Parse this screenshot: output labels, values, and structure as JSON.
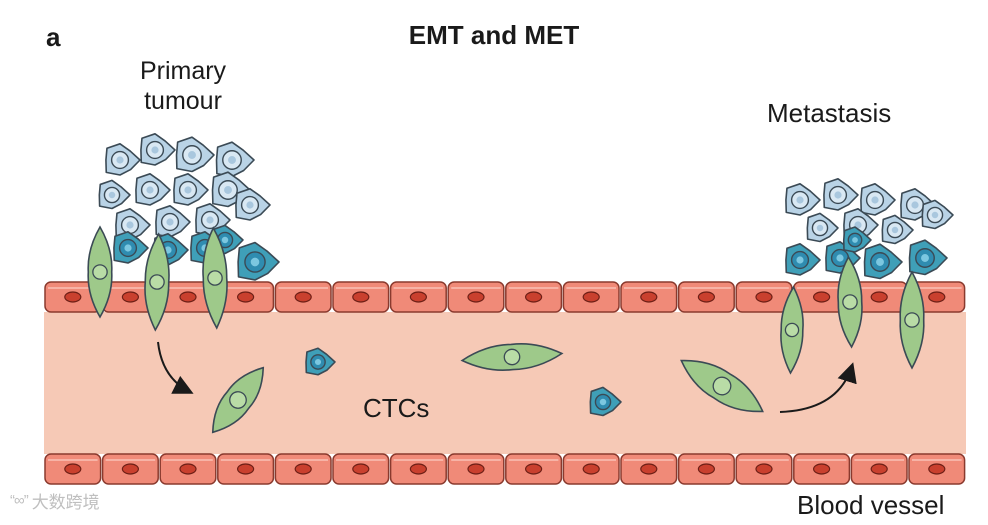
{
  "panel_letter": "a",
  "title": "EMT and MET",
  "labels": {
    "primary_tumour": "Primary tumour",
    "metastasis": "Metastasis",
    "ctcs": "CTCs",
    "blood_vessel": "Blood vessel"
  },
  "watermark": {
    "logo": "“∞”",
    "text": "大数跨境"
  },
  "colors": {
    "light_blue_cell": "#b9d3e6",
    "teal_cell": "#3f9fb8",
    "green_cell": "#9ec98a",
    "vessel_wall": "#f08a78",
    "vessel_lumen": "#f6c9b6",
    "cell_outline": "#3b4a55"
  }
}
